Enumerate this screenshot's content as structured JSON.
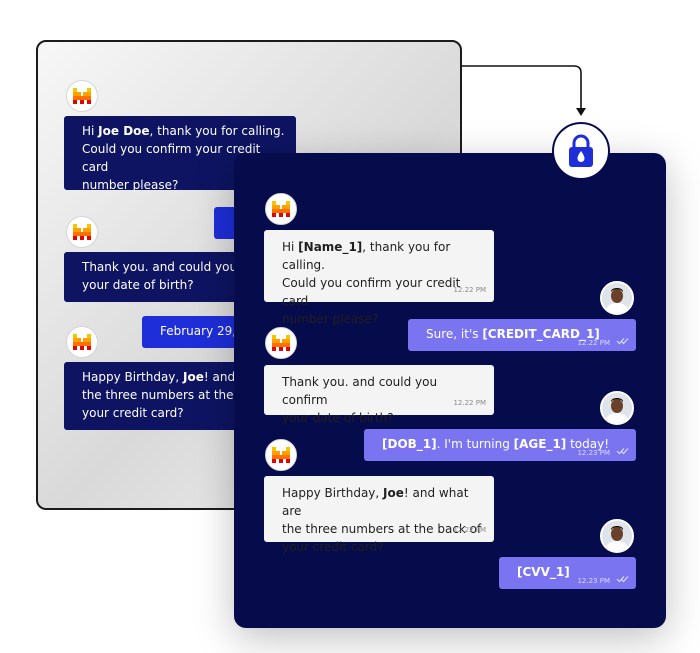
{
  "back_chat": {
    "messages": [
      {
        "role": "bot",
        "pre": "Hi ",
        "bold": "Joe Doe",
        "post": ", thank you for calling.\nCould  you confirm your credit card\nnumber please?"
      },
      {
        "role": "bot",
        "pre": "Thank you. and could you co",
        "bold": "",
        "post": "\nyour date of birth?"
      },
      {
        "role": "user",
        "text": "February 29, 2"
      },
      {
        "role": "bot",
        "pre": "Happy Birthday, ",
        "bold": "Joe",
        "post": "! and wh\nthe three numbers at the bac\nyour credit card?"
      }
    ]
  },
  "front_chat": {
    "messages": [
      {
        "role": "bot",
        "pre": "Hi ",
        "bold": "[Name_1]",
        "post": ", thank you for calling.\nCould  you confirm your credit card\nnumber please?",
        "time": "12.22 PM"
      },
      {
        "role": "user",
        "pre": "Sure, it's ",
        "bold": "[CREDIT_CARD_1]",
        "post": "",
        "time": "12.22 PM"
      },
      {
        "role": "bot",
        "pre": "Thank you. and could you confirm\nyour date of birth?",
        "bold": "",
        "post": "",
        "time": "12.22 PM"
      },
      {
        "role": "user",
        "pre": "",
        "bold": "[DOB_1]",
        "mid": ". I'm turning ",
        "bold2": "[AGE_1]",
        "post": " today!",
        "time": "12.23 PM"
      },
      {
        "role": "bot",
        "pre": "Happy Birthday, ",
        "bold": "Joe",
        "post": "! and what are\nthe three numbers at the back of\nyour credit card?",
        "time": "12.22 PM"
      },
      {
        "role": "user",
        "pre": "",
        "bold": "[CVV_1]",
        "post": "",
        "time": "12.23 PM"
      }
    ]
  },
  "icons": {
    "bot_logo": "mistral-logo-icon",
    "lock": "lock-icon",
    "checkmarks": "double-check-icon"
  },
  "colors": {
    "front_panel": "#060b4b",
    "back_bot_bubble": "#0e1462",
    "back_user_bubble": "#1e2ed9",
    "front_user_bubble": "#7a74f0",
    "front_bot_bubble": "#f4f4f4",
    "lock_blue": "#1e2ed9"
  }
}
